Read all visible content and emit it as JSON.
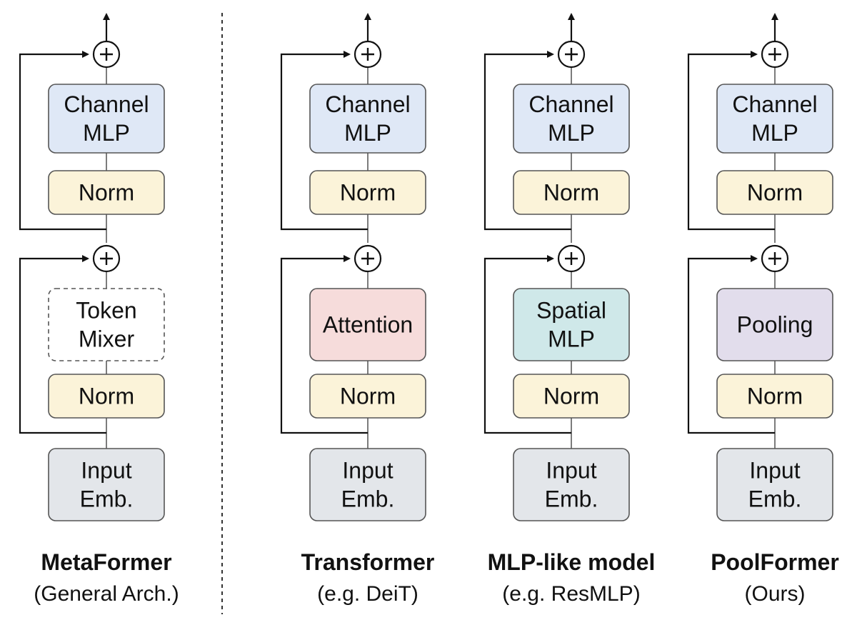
{
  "colors": {
    "channel_mlp": "#dfe8f6",
    "norm": "#fbf3d9",
    "token_mixer": "#ffffff",
    "attention": "#f6dcdb",
    "spatial_mlp": "#cfe8e9",
    "pooling": "#e2ddec",
    "input_emb": "#e3e6ea",
    "separator": "#333333"
  },
  "columns": [
    {
      "channel_mlp": [
        "Channel",
        "MLP"
      ],
      "norm_top": "Norm",
      "mixer": [
        "Token",
        "Mixer"
      ],
      "mixer_style": "dashed",
      "mixer_color_key": "token_mixer",
      "norm_bottom": "Norm",
      "input": [
        "Input",
        "Emb."
      ],
      "caption_title": "MetaFormer",
      "caption_sub": "(General Arch.)"
    },
    {
      "channel_mlp": [
        "Channel",
        "MLP"
      ],
      "norm_top": "Norm",
      "mixer": [
        "Attention"
      ],
      "mixer_style": "solid",
      "mixer_color_key": "attention",
      "norm_bottom": "Norm",
      "input": [
        "Input",
        "Emb."
      ],
      "caption_title": "Transformer",
      "caption_sub": "(e.g. DeiT)"
    },
    {
      "channel_mlp": [
        "Channel",
        "MLP"
      ],
      "norm_top": "Norm",
      "mixer": [
        "Spatial",
        "MLP"
      ],
      "mixer_style": "solid",
      "mixer_color_key": "spatial_mlp",
      "norm_bottom": "Norm",
      "input": [
        "Input",
        "Emb."
      ],
      "caption_title": "MLP-like model",
      "caption_sub": "(e.g. ResMLP)"
    },
    {
      "channel_mlp": [
        "Channel",
        "MLP"
      ],
      "norm_top": "Norm",
      "mixer": [
        "Pooling"
      ],
      "mixer_style": "solid",
      "mixer_color_key": "pooling",
      "norm_bottom": "Norm",
      "input": [
        "Input",
        "Emb."
      ],
      "caption_title": "PoolFormer",
      "caption_sub": "(Ours)"
    }
  ]
}
